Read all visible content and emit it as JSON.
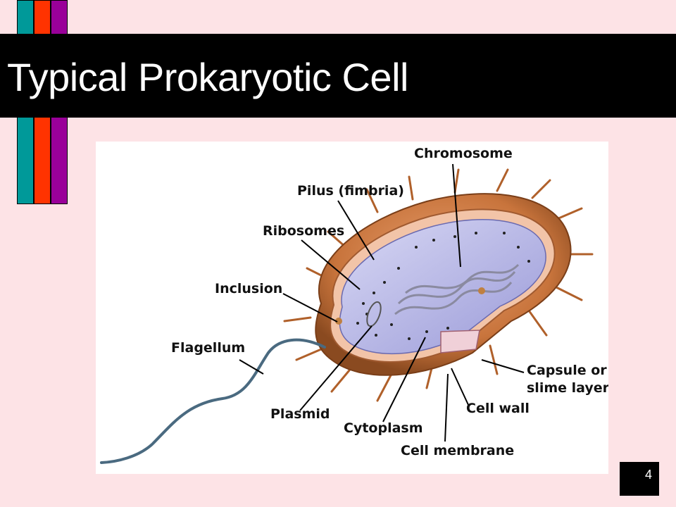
{
  "slide": {
    "title": "Typical Prokaryotic Cell",
    "page_number": "4"
  },
  "colors": {
    "background": "#fde3e6",
    "title_bar": "#000000",
    "stripe_teal": "#009999",
    "stripe_red": "#ff3300",
    "stripe_purple": "#990099",
    "capsule": "#c8743c",
    "cytoplasm": "#b8b8e8"
  },
  "diagram": {
    "labels": {
      "chromosome": "Chromosome",
      "pilus": "Pilus (fimbria)",
      "ribosomes": "Ribosomes",
      "inclusion": "Inclusion",
      "flagellum": "Flagellum",
      "plasmid": "Plasmid",
      "cytoplasm": "Cytoplasm",
      "cell_membrane": "Cell membrane",
      "cell_wall": "Cell wall",
      "capsule_line1": "Capsule or",
      "capsule_line2": "slime layer"
    }
  }
}
